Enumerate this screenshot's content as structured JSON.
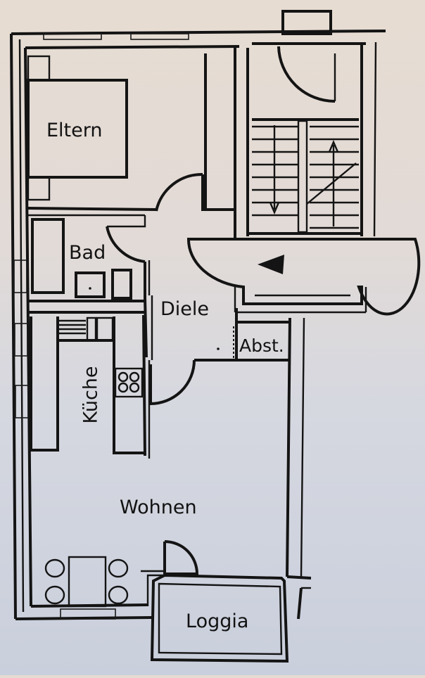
{
  "floor_plan": {
    "rooms": [
      {
        "id": "eltern",
        "label": "Eltern"
      },
      {
        "id": "bad",
        "label": "Bad"
      },
      {
        "id": "diele",
        "label": "Diele"
      },
      {
        "id": "abst",
        "label": "Abst."
      },
      {
        "id": "kueche",
        "label": "Küche"
      },
      {
        "id": "wohnen",
        "label": "Wohnen"
      },
      {
        "id": "loggia",
        "label": "Loggia"
      }
    ],
    "symbols": {
      "entrance_arrow": "arrow-left-icon",
      "stairs": "staircase-icon",
      "stove": "stove-burners-icon",
      "dining_set": "dining-table-icon"
    },
    "colors": {
      "line": "#141414",
      "paper_top": "#e6dcd2",
      "paper_bottom": "#c9cfdc"
    }
  }
}
